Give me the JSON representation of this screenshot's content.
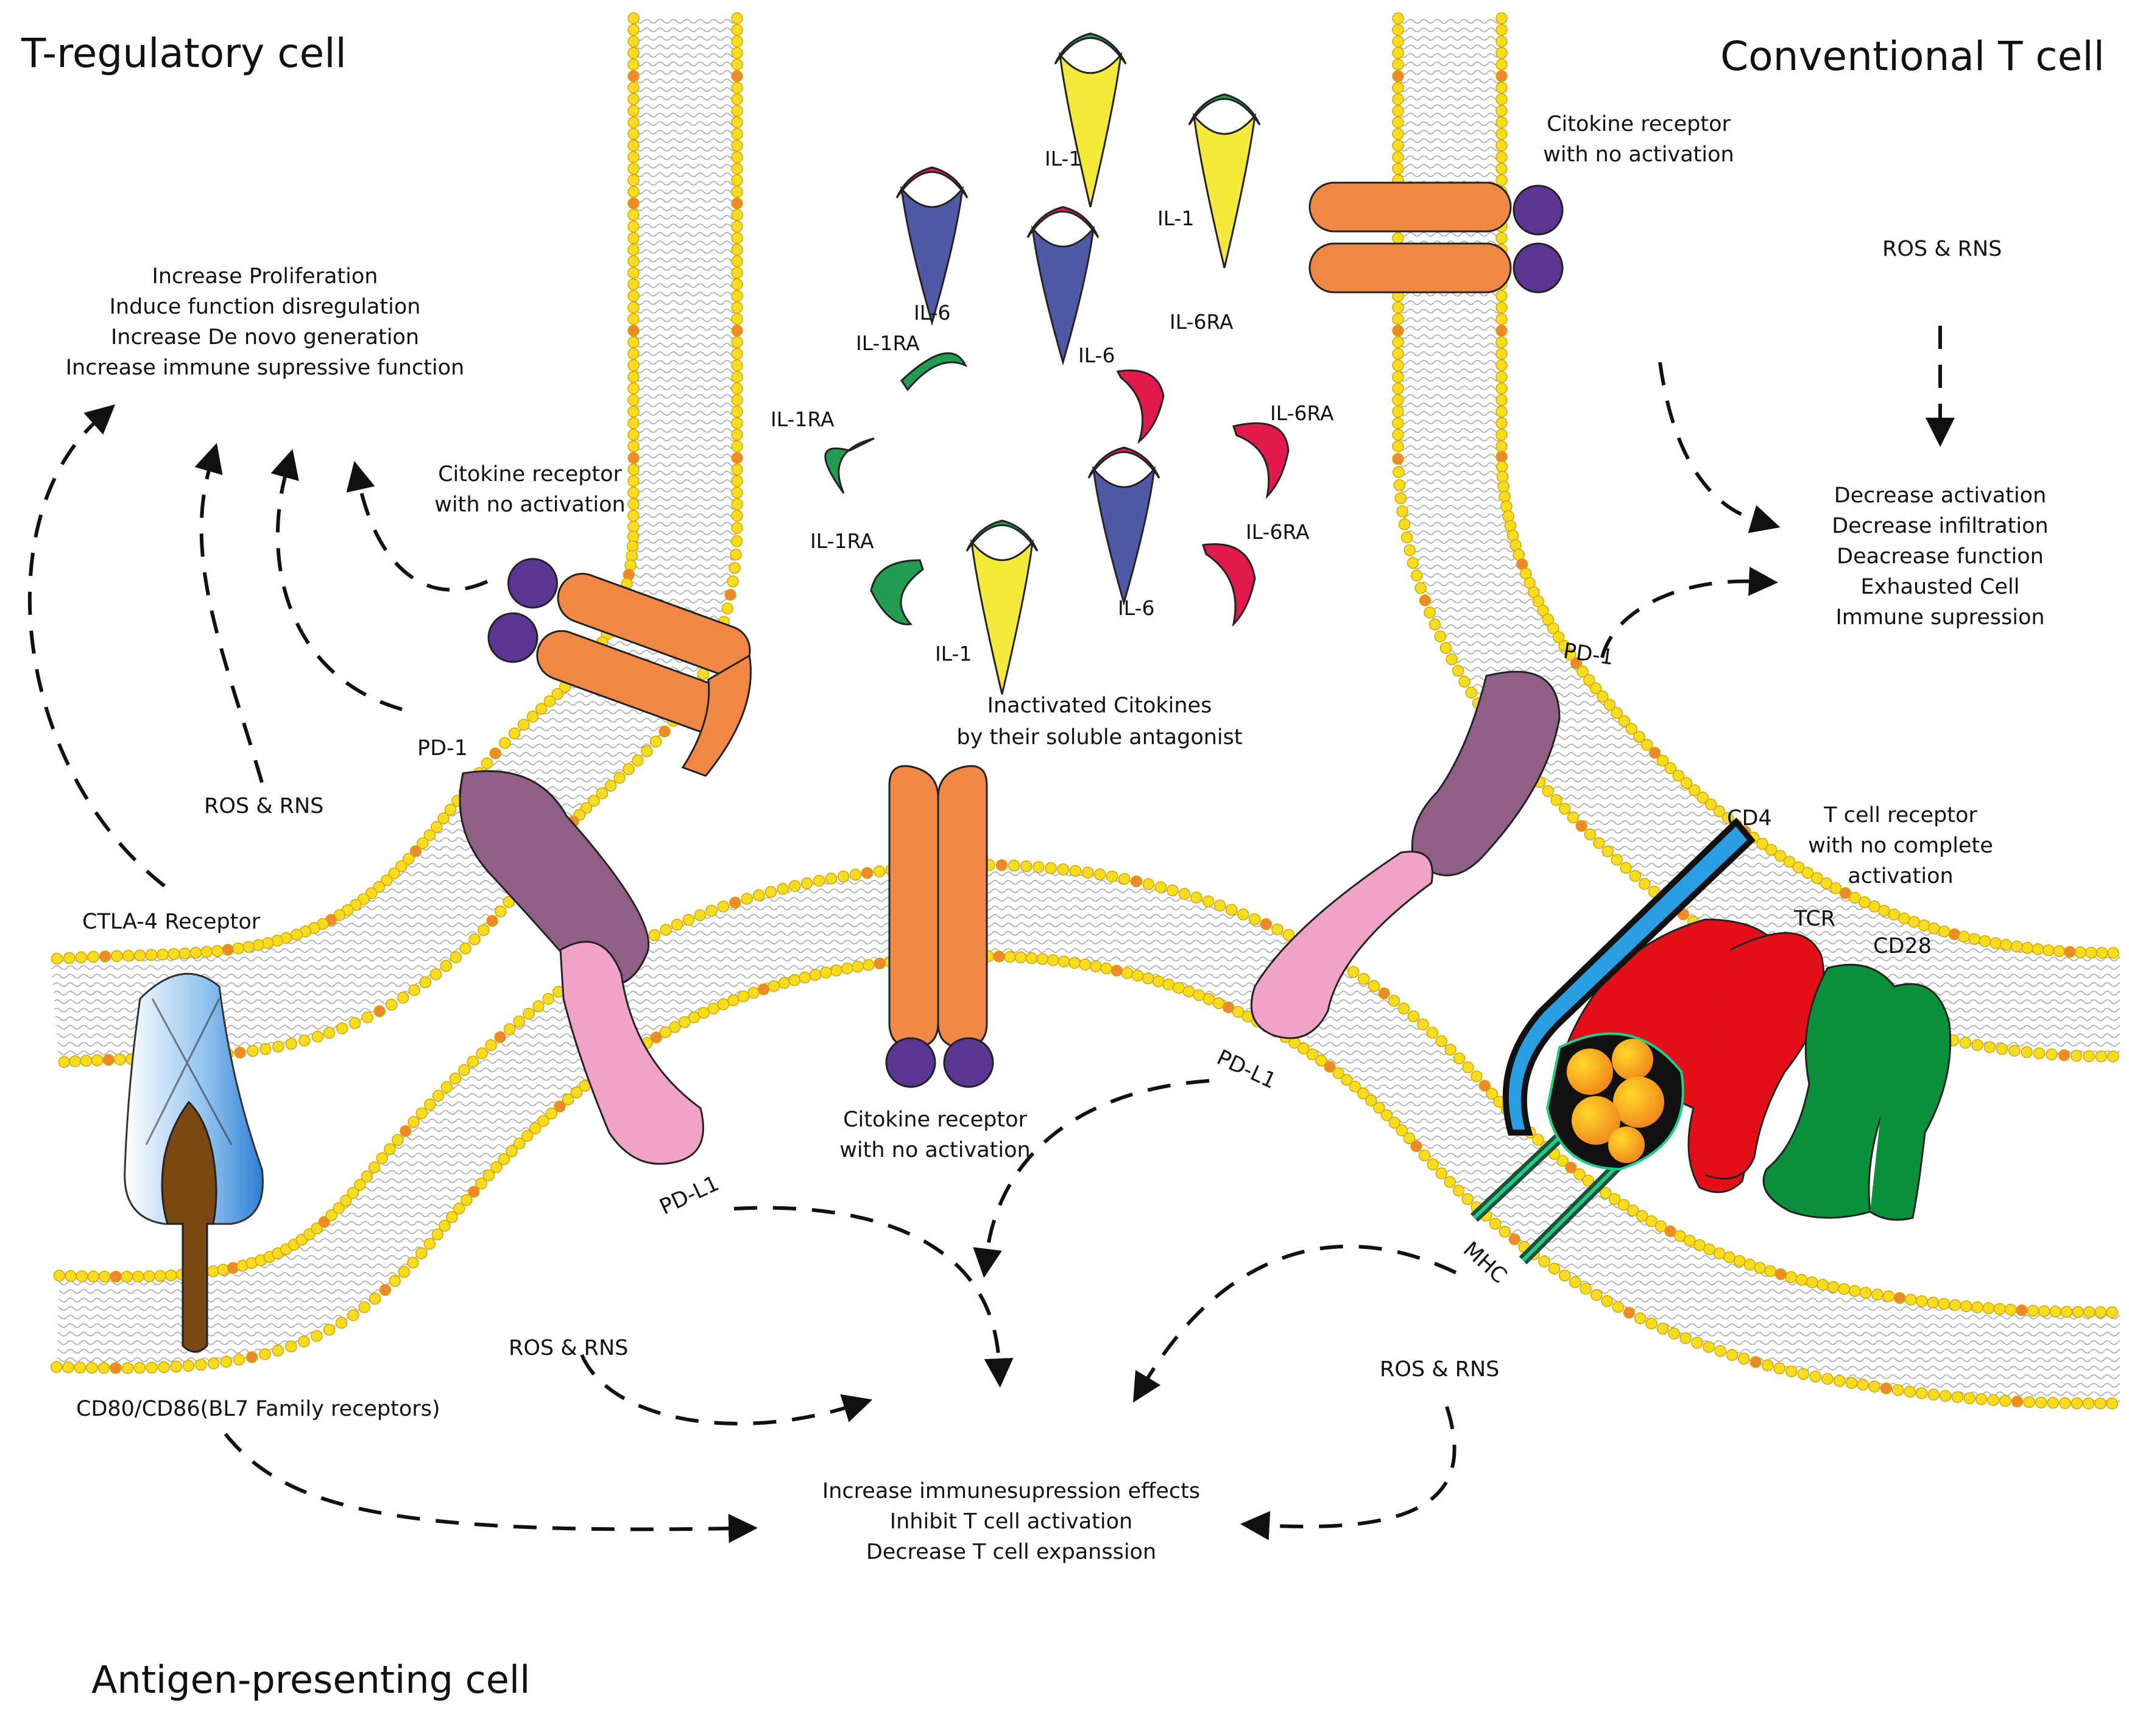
{
  "titles": {
    "treg": "T-regulatory cell",
    "conventional": "Conventional T cell",
    "apc": "Antigen-presenting cell"
  },
  "treg_effects": [
    "Increase Proliferation",
    "Induce function disregulation",
    "Increase De novo generation",
    "Increase immune supressive function"
  ],
  "tcell_effects": [
    "Decrease activation",
    "Decrease infiltration",
    "Deacrease function",
    "Exhausted Cell",
    "Immune supression"
  ],
  "apc_effects": [
    "Increase immunesupression effects",
    "Inhibit T cell activation",
    "Decrease T cell expanssion"
  ],
  "receptors": {
    "citokine_left": [
      "Citokine receptor",
      "with no activation"
    ],
    "citokine_right": [
      "Citokine receptor",
      "with no activation"
    ],
    "citokine_center": [
      "Citokine receptor",
      "with no activation"
    ],
    "pd1": "PD-1",
    "pdl1": "PD-L1",
    "ctla4": "CTLA-4 Receptor",
    "cd80": "CD80/CD86(BL7 Family receptors)",
    "cd4": "CD4",
    "tcr": "TCR",
    "cd28": "CD28",
    "mhc": "MHC",
    "tcr_note": [
      "T cell receptor",
      "with no complete",
      "activation"
    ]
  },
  "ros": "ROS & RNS",
  "inactivated": [
    "Inactivated Citokines",
    "by their soluble antagonist"
  ],
  "cytokines": {
    "il1": "IL-1",
    "il6": "IL-6",
    "il1ra": "IL-1RA",
    "il6ra": "IL-6RA"
  },
  "colors": {
    "membrane_head": "#f7dc1f",
    "membrane_head_stroke": "#d4a600",
    "tail": "#9a9a9a",
    "receptor_orange": "#f08845",
    "receptor_purple": "#5b3592",
    "pd1": "#8f5f86",
    "pdl1": "#f1a3c7",
    "il1": "#f5e93c",
    "il6": "#5059a5",
    "il1ra": "#229c52",
    "il6ra": "#e01a4a",
    "cd4": "#2a9ee0",
    "tcr": "#e3101a",
    "cd28": "#0a8f3a",
    "ctla4": "#3d8fd6",
    "cd80": "#7a4812"
  }
}
